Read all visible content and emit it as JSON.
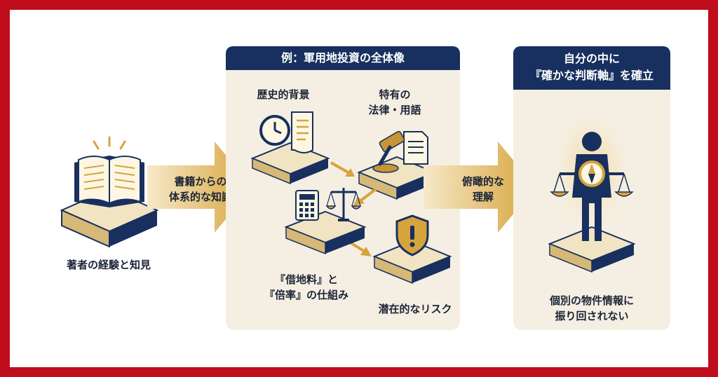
{
  "source": {
    "caption": "著者の経験と知見"
  },
  "arrow1": {
    "line1": "書籍からの",
    "line2": "体系的な知識"
  },
  "example_panel": {
    "title": "例：軍用地投資の全体像",
    "items": [
      {
        "label": "歴史的背景"
      },
      {
        "line1": "特有の",
        "line2": "法律・用語"
      },
      {
        "line1": "『借地料』と",
        "line2": "『倍率』の仕組み"
      },
      {
        "label": "潜在的なリスク"
      }
    ]
  },
  "arrow2": {
    "line1": "俯瞰的な",
    "line2": "理解"
  },
  "result_panel": {
    "title_line1": "自分の中に",
    "title_line2": "『確かな判断軸』を確立",
    "caption_line1": "個別の物件情報に",
    "caption_line2": "振り回されない"
  },
  "colors": {
    "navy": "#18305f",
    "gold": "#d6a43c",
    "beige": "#f5efe3",
    "border_red": "#c00d1b"
  }
}
